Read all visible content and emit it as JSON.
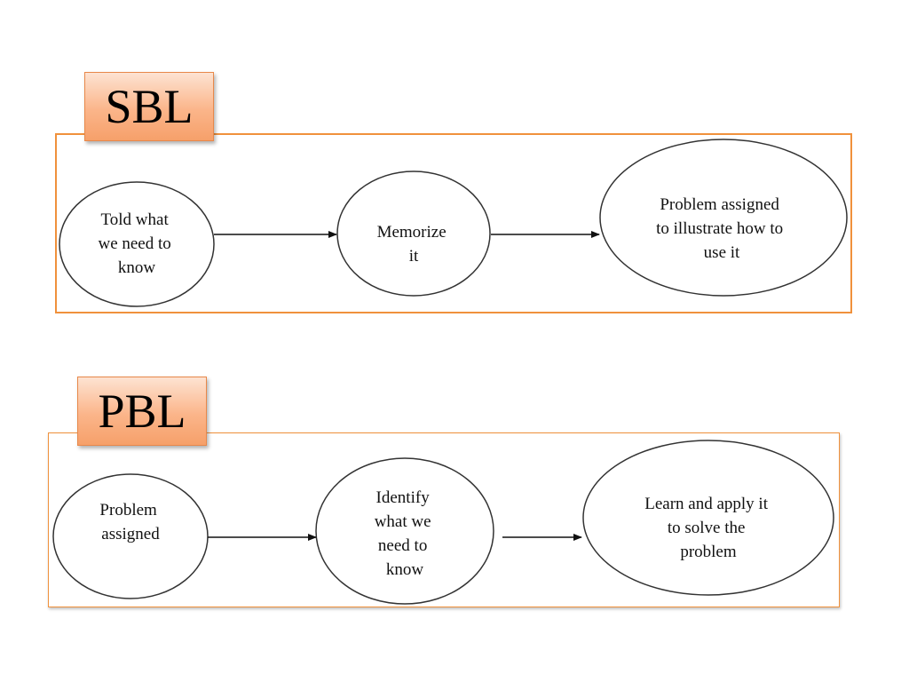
{
  "sbl": {
    "tag": "SBL",
    "nodes": [
      {
        "lines": [
          "Told what",
          "we need to",
          "know"
        ]
      },
      {
        "lines": [
          "Memorize",
          "it"
        ]
      },
      {
        "lines": [
          "Problem assigned",
          "to illustrate how to",
          "use it"
        ]
      }
    ]
  },
  "pbl": {
    "tag": "PBL",
    "nodes": [
      {
        "lines": [
          "Problem",
          "assigned"
        ]
      },
      {
        "lines": [
          "Identify",
          "what we",
          "need to",
          "know"
        ]
      },
      {
        "lines": [
          "Learn and apply it",
          "to solve the",
          "problem"
        ]
      }
    ]
  },
  "colors": {
    "panel_border": "#f0913c",
    "tag_fill": "#fbb58a",
    "stroke": "#333333"
  }
}
